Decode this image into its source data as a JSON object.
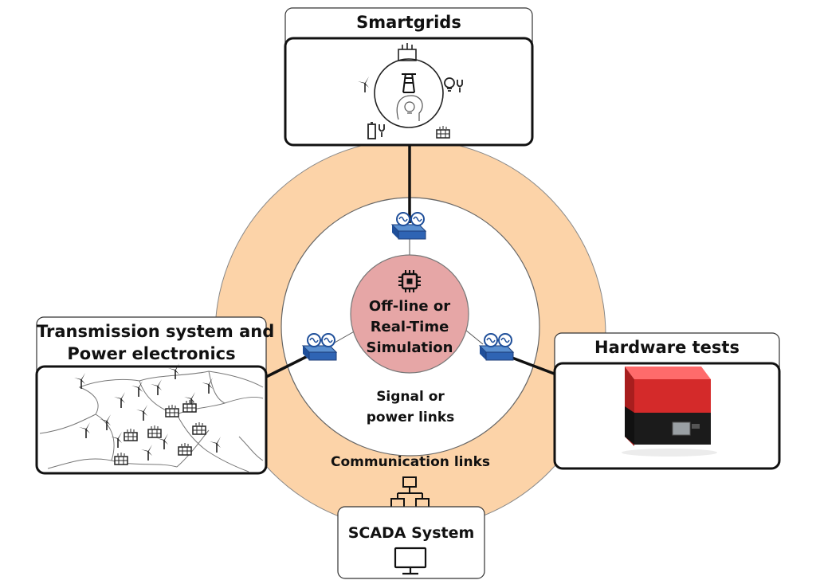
{
  "center": {
    "lines": [
      "Off-line or",
      "Real-Time",
      "Simulation"
    ],
    "fill": "#e6a6a6",
    "icon": "chip-icon"
  },
  "inner_ring": {
    "label_lines": [
      "Signal or",
      "power links"
    ]
  },
  "outer_ring": {
    "label": "Communication links",
    "fill": "#fcd3a8",
    "icon": "network-icon"
  },
  "nodes": {
    "smartgrids": {
      "title": "Smartgrids",
      "icons": [
        "factory-icon",
        "pylon-icon",
        "bulb-head-icon",
        "wind-turbine-icon",
        "bulb-plug-icon",
        "battery-plug-icon",
        "solar-panel-icon"
      ]
    },
    "transmission": {
      "title_lines": [
        "Transmission system and",
        "Power electronics"
      ],
      "icons": [
        "europe-map-icon",
        "wind-turbine-icon",
        "solar-panel-icon"
      ]
    },
    "hardware": {
      "title": "Hardware tests",
      "icons": [
        "inverter-icon"
      ],
      "device_color": "#d42a2a"
    },
    "scada": {
      "title": "SCADA System",
      "icons": [
        "monitor-icon"
      ]
    }
  },
  "link_devices": [
    "amplifier-icon",
    "amplifier-icon",
    "amplifier-icon"
  ]
}
